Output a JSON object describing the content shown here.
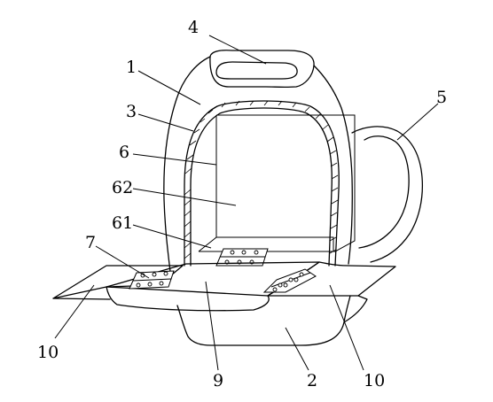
{
  "labels": {
    "l4": "4",
    "l1": "1",
    "l5": "5",
    "l3": "3",
    "l6": "6",
    "l62": "62",
    "l61": "61",
    "l7": "7",
    "l10_left": "10",
    "l9": "9",
    "l2": "2",
    "l10_right": "10"
  }
}
